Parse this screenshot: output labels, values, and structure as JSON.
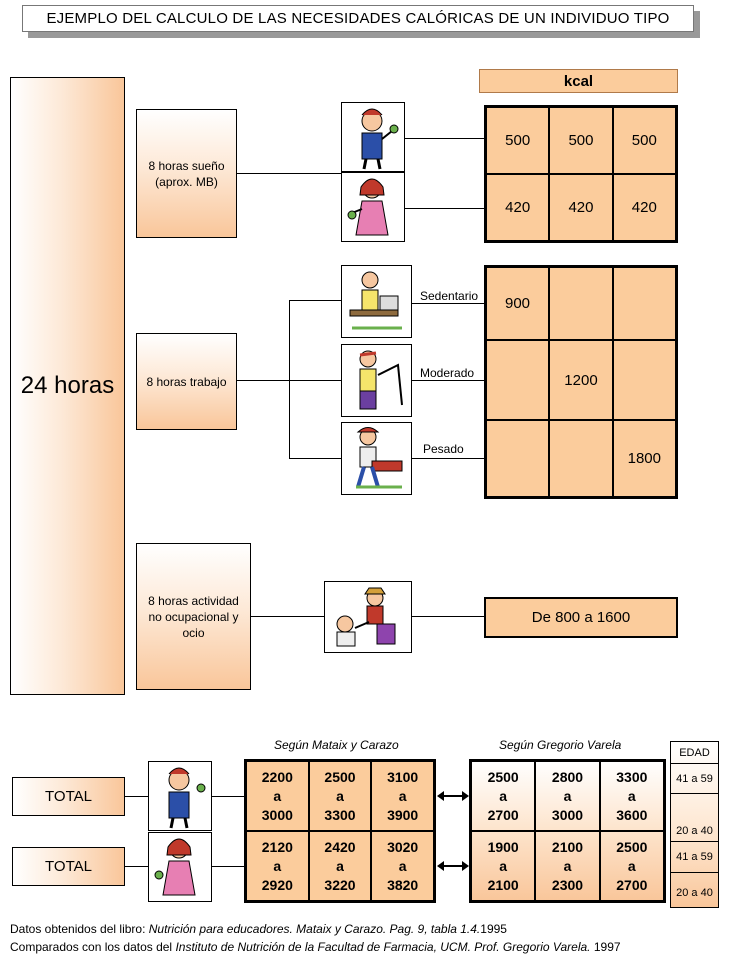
{
  "title": "EJEMPLO DEL CALCULO DE LAS NECESIDADES CALÓRICAS DE UN INDIVIDUO TIPO",
  "hours_box": "24 horas",
  "kcal_header": "kcal",
  "sleep": {
    "label": "8 horas sueño (aprox. MB)",
    "rows": [
      [
        "500",
        "500",
        "500"
      ],
      [
        "420",
        "420",
        "420"
      ]
    ]
  },
  "work": {
    "label": "8 horas trabajo",
    "levels": [
      "Sedentario",
      "Moderado",
      "Pesado"
    ],
    "values": [
      "900",
      "1200",
      "1800"
    ]
  },
  "leisure": {
    "label": "8 horas actividad no ocupacional y ocio",
    "value": "De 800 a 1600"
  },
  "totals": {
    "label": "TOTAL",
    "source_a": "Según Mataix y Carazo",
    "source_b": "Según Gregorio Varela",
    "edad_header": "EDAD",
    "edad_rows": [
      "41 a 59",
      "20 a 40",
      "41 a 59",
      "20 a 40"
    ],
    "a_word": "a",
    "mataix": [
      [
        [
          "2200",
          "3000"
        ],
        [
          "2500",
          "3300"
        ],
        [
          "3100",
          "3900"
        ]
      ],
      [
        [
          "2120",
          "2920"
        ],
        [
          "2420",
          "3220"
        ],
        [
          "3020",
          "3820"
        ]
      ]
    ],
    "varela": [
      [
        [
          "2500",
          "2700"
        ],
        [
          "2800",
          "3000"
        ],
        [
          "3300",
          "3600"
        ]
      ],
      [
        [
          "1900",
          "2100"
        ],
        [
          "2100",
          "2300"
        ],
        [
          "2500",
          "2700"
        ]
      ]
    ]
  },
  "footer": {
    "line1_a": "Datos obtenidos del libro: ",
    "line1_b": "Nutrición para educadores. Mataix y Carazo. Pag. 9, tabla 1.4.",
    "line1_c": "1995",
    "line2_a": " Comparados con los datos del ",
    "line2_b": "Instituto de Nutrición de la Facultad de Farmacia, UCM. Prof. Gregorio Varela.",
    "line2_c": " 1997"
  },
  "colors": {
    "accent": "#fbcc9c",
    "border": "#000000"
  },
  "icons": [
    "man-eating-icon",
    "woman-eating-icon",
    "sedentary-worker-icon",
    "moderate-worker-icon",
    "heavy-worker-icon",
    "leisure-people-icon"
  ]
}
